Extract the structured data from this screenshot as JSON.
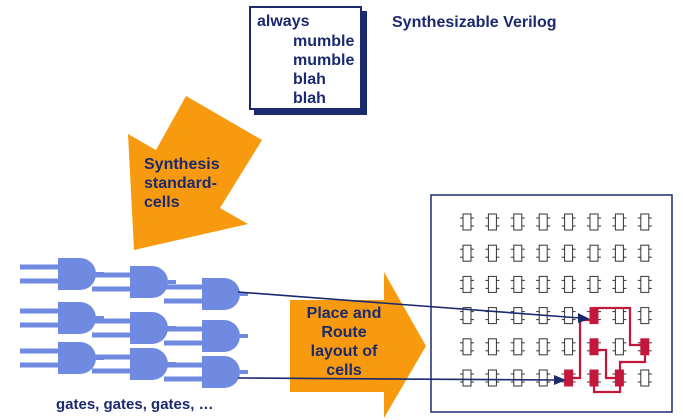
{
  "code": {
    "lines": [
      "always",
      "mumble",
      "mumble",
      "blah",
      "blah"
    ]
  },
  "labels": {
    "verilog": "Synthesizable Verilog",
    "synthesis": [
      "Synthesis",
      "standard-",
      "cells"
    ],
    "place_route": [
      "Place and",
      "Route",
      "layout of",
      "cells"
    ],
    "gates": "gates, gates, gates, …"
  },
  "colors": {
    "navy": "#1b2a6e",
    "gate_fill": "#6f8ae0",
    "arrow_orange": "#f79a10",
    "route_red": "#c3173c",
    "cell_gray": "#c0c0c0"
  }
}
